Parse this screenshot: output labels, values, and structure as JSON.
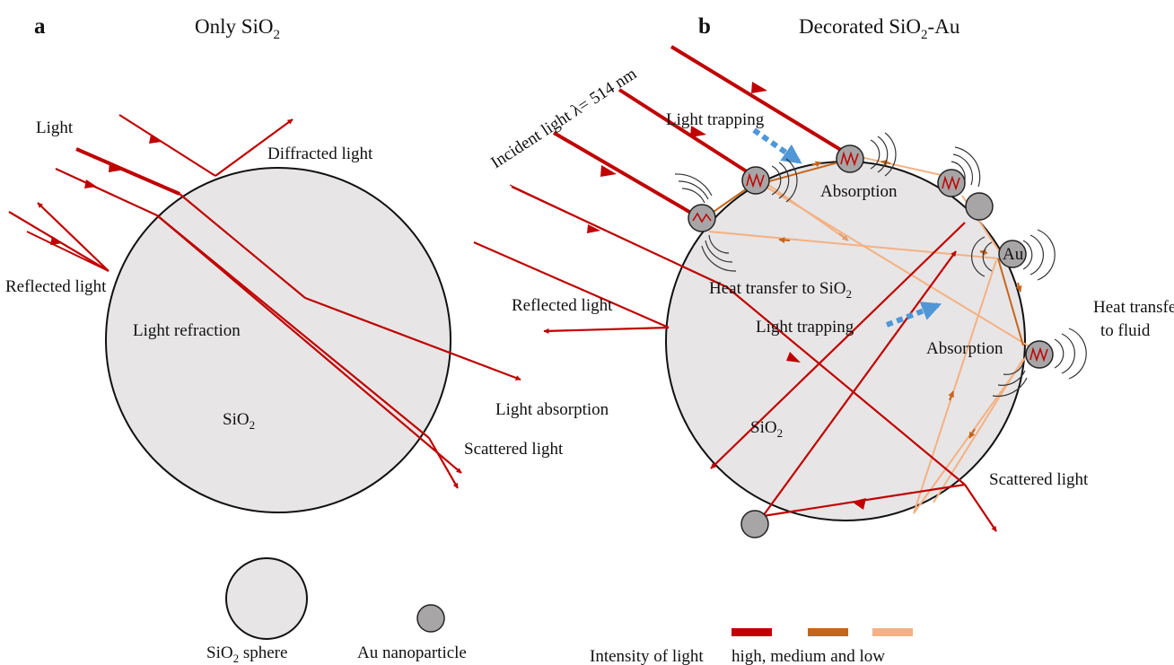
{
  "colors": {
    "high": "#c00000",
    "medium": "#c5651c",
    "low": "#f4b183",
    "sphere_fill": "#e7e5e5",
    "nanoparticle_fill": "#a7a5a5",
    "trapping_arrow": "#4f97d6"
  },
  "panel_a": {
    "letter": "a",
    "title_main": "Only SiO",
    "title_sub": "2",
    "labels": {
      "light": "Light",
      "diffracted": "Diffracted light",
      "reflected": "Reflected light",
      "refraction": "Light refraction",
      "absorption": "Light absorption",
      "scattered": "Scattered light",
      "sio2_main": "SiO",
      "sio2_sub": "2"
    }
  },
  "panel_b": {
    "letter": "b",
    "title_main": "Decorated SiO",
    "title_sub": "2",
    "title_tail": "-Au",
    "labels": {
      "incident": "Incident light λ= 514 nm",
      "trapping_top": "Light trapping",
      "absorption_top": "Absorption",
      "au": "Au",
      "heat_sio2_main": "Heat transfer to SiO",
      "heat_sio2_sub": "2",
      "reflected": "Reflected light",
      "trapping_mid": "Light trapping",
      "absorption_mid": "Absorption",
      "heat_fluid_1": "Heat transfer",
      "heat_fluid_2": "to fluid",
      "sio2_main": "SiO",
      "sio2_sub": "2",
      "scattered": "Scattered light"
    }
  },
  "legend": {
    "sphere_main": "SiO",
    "sphere_sub": "2",
    "sphere_tail": " sphere",
    "nanoparticle": "Au nanoparticle",
    "intensity_label": "Intensity of light",
    "intensity_levels": "high, medium and low"
  }
}
